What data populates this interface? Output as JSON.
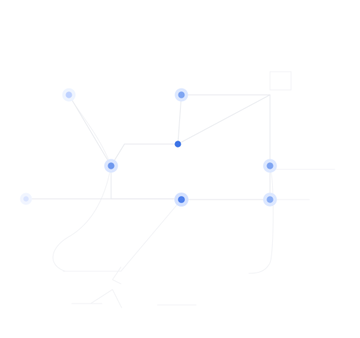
{
  "diagram": {
    "type": "network-graph",
    "background_color": "#ffffff",
    "accent_color": "#3b73e6",
    "edge_color": "#e9ebef",
    "nodes": [
      {
        "id": "n1",
        "emphasis": "faint"
      },
      {
        "id": "n2",
        "emphasis": "medium"
      },
      {
        "id": "n3",
        "emphasis": "strong"
      },
      {
        "id": "n4",
        "emphasis": "medium"
      },
      {
        "id": "n5",
        "emphasis": "medium"
      },
      {
        "id": "n6",
        "emphasis": "faint"
      },
      {
        "id": "n7",
        "emphasis": "strong"
      },
      {
        "id": "n8",
        "emphasis": "medium"
      }
    ],
    "edges": [
      [
        "n1",
        "n4"
      ],
      [
        "n2",
        "n3"
      ],
      [
        "n3",
        "n4"
      ],
      [
        "n3",
        "n5"
      ],
      [
        "n4",
        "n7"
      ],
      [
        "n5",
        "n8"
      ],
      [
        "n6",
        "n7"
      ],
      [
        "n7",
        "n8"
      ],
      [
        "n2",
        "n5"
      ]
    ]
  }
}
